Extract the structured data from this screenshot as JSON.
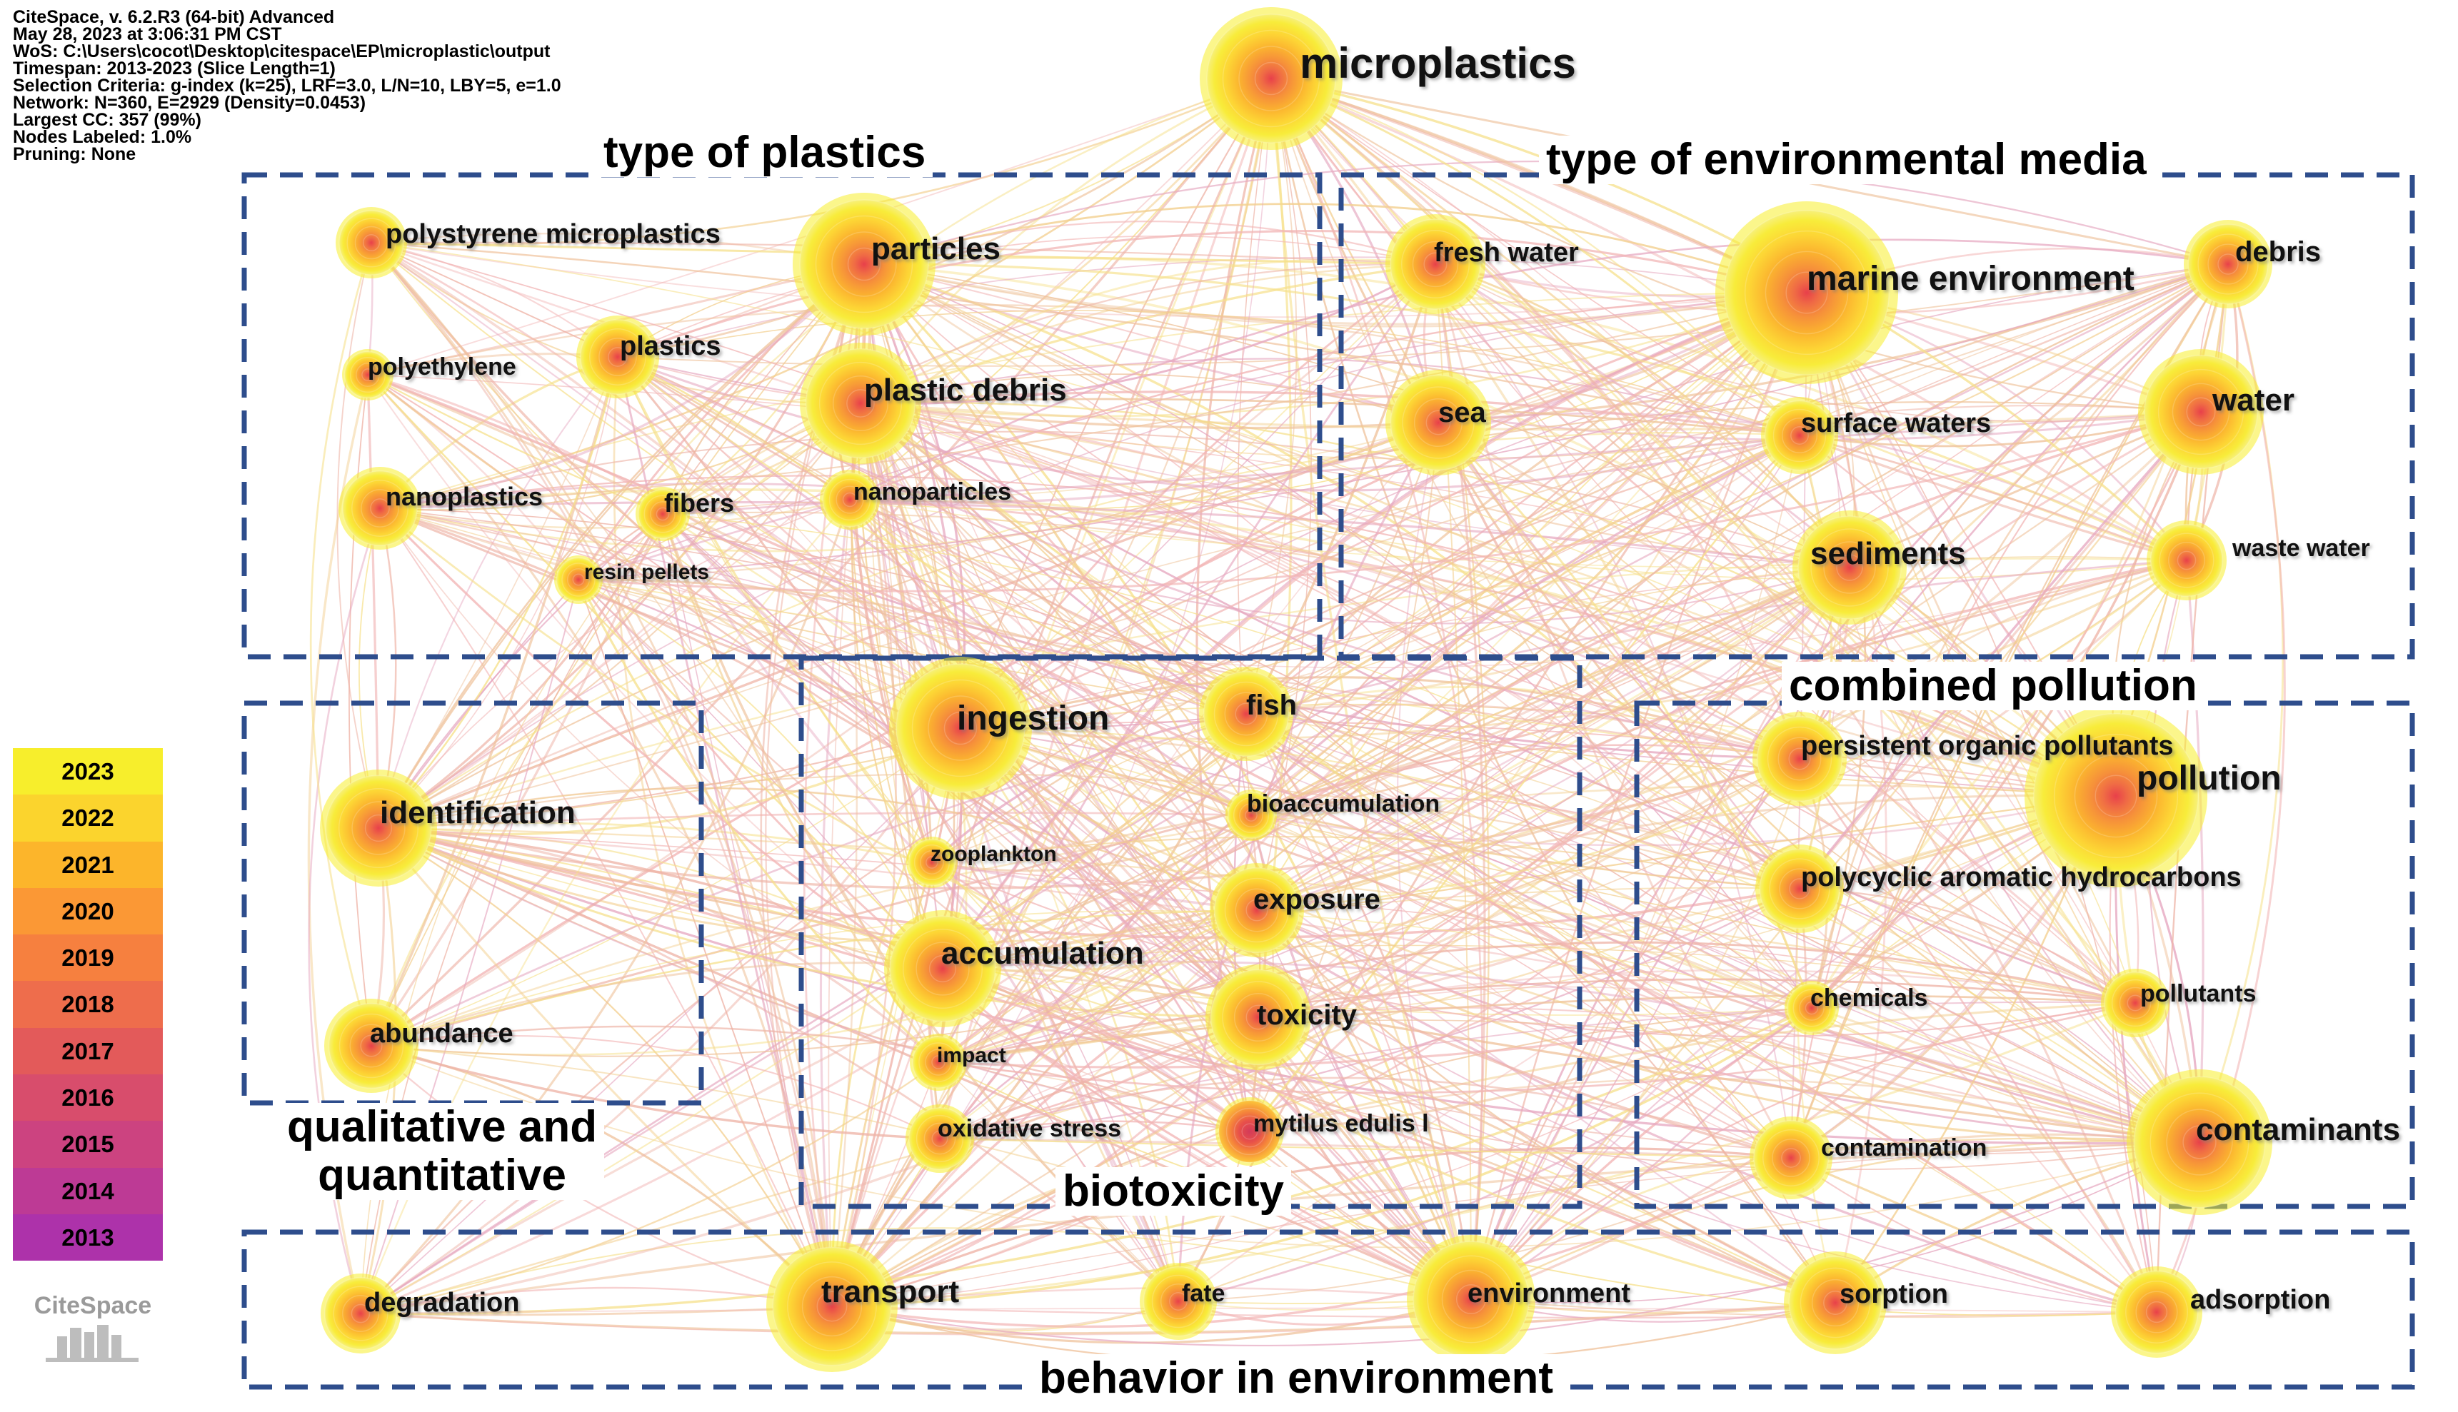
{
  "meta_lines": [
    "CiteSpace, v. 6.2.R3 (64-bit) Advanced",
    "May 28, 2023 at 3:06:31 PM CST",
    "WoS: C:\\Users\\cocot\\Desktop\\citespace\\EP\\microplastic\\output",
    "Timespan: 2013-2023 (Slice Length=1)",
    "Selection Criteria: g-index (k=25), LRF=3.0, L/N=10, LBY=5, e=1.0",
    "Network: N=360, E=2929 (Density=0.0453)",
    "Largest CC: 357 (99%)",
    "Nodes Labeled: 1.0%",
    "Pruning: None"
  ],
  "legend": [
    {
      "year": "2023",
      "color": "#f7ee2c"
    },
    {
      "year": "2022",
      "color": "#fbd42d"
    },
    {
      "year": "2021",
      "color": "#fcb52b"
    },
    {
      "year": "2020",
      "color": "#fb9835"
    },
    {
      "year": "2019",
      "color": "#f6803f"
    },
    {
      "year": "2018",
      "color": "#ee6d4c"
    },
    {
      "year": "2017",
      "color": "#e35a5a"
    },
    {
      "year": "2016",
      "color": "#d84d6c"
    },
    {
      "year": "2015",
      "color": "#cc4380"
    },
    {
      "year": "2014",
      "color": "#bd3a95"
    },
    {
      "year": "2013",
      "color": "#ad32aa"
    }
  ],
  "logo_text": "CiteSpace",
  "groups": [
    {
      "id": "plastics",
      "title": "type of plastics"
    },
    {
      "id": "media",
      "title": "type of environmental media"
    },
    {
      "id": "qual",
      "title": "qualitative and",
      "title2": "quantitative"
    },
    {
      "id": "biotox",
      "title": "biotoxicity"
    },
    {
      "id": "combined",
      "title": "combined pollution"
    },
    {
      "id": "behavior",
      "title": "behavior in environment"
    }
  ],
  "nodes": [
    {
      "id": "microplastics",
      "label": "microplastics",
      "size": 5
    },
    {
      "id": "polystyrene_microplastics",
      "label": "polystyrene microplastics",
      "size": 2
    },
    {
      "id": "particles",
      "label": "particles",
      "size": 4
    },
    {
      "id": "polyethylene",
      "label": "polyethylene",
      "size": 1
    },
    {
      "id": "plastics",
      "label": "plastics",
      "size": 2
    },
    {
      "id": "plastic_debris",
      "label": "plastic debris",
      "size": 3
    },
    {
      "id": "nanoplastics",
      "label": "nanoplastics",
      "size": 2
    },
    {
      "id": "fibers",
      "label": "fibers",
      "size": 1
    },
    {
      "id": "nanoparticles",
      "label": "nanoparticles",
      "size": 1
    },
    {
      "id": "resin_pellets",
      "label": "resin pellets",
      "size": 1
    },
    {
      "id": "fresh_water",
      "label": "fresh water",
      "size": 2
    },
    {
      "id": "marine_environment",
      "label": "marine environment",
      "size": 5
    },
    {
      "id": "debris",
      "label": "debris",
      "size": 2
    },
    {
      "id": "sea",
      "label": "sea",
      "size": 2
    },
    {
      "id": "surface_waters",
      "label": "surface waters",
      "size": 2
    },
    {
      "id": "water",
      "label": "water",
      "size": 3
    },
    {
      "id": "sediments",
      "label": "sediments",
      "size": 3
    },
    {
      "id": "waste_water",
      "label": "waste water",
      "size": 1
    },
    {
      "id": "identification",
      "label": "identification",
      "size": 3
    },
    {
      "id": "abundance",
      "label": "abundance",
      "size": 2
    },
    {
      "id": "ingestion",
      "label": "ingestion",
      "size": 4
    },
    {
      "id": "fish",
      "label": "fish",
      "size": 2
    },
    {
      "id": "bioaccumulation",
      "label": "bioaccumulation",
      "size": 1
    },
    {
      "id": "zooplankton",
      "label": "zooplankton",
      "size": 1
    },
    {
      "id": "exposure",
      "label": "exposure",
      "size": 2
    },
    {
      "id": "accumulation",
      "label": "accumulation",
      "size": 3
    },
    {
      "id": "toxicity",
      "label": "toxicity",
      "size": 2
    },
    {
      "id": "impact",
      "label": "impact",
      "size": 1
    },
    {
      "id": "oxidative_stress",
      "label": "oxidative stress",
      "size": 1
    },
    {
      "id": "mytilus_edulis",
      "label": "mytilus edulis l",
      "size": 1
    },
    {
      "id": "persistent_organic_pollutants",
      "label": "persistent organic pollutants",
      "size": 2
    },
    {
      "id": "pollution",
      "label": "pollution",
      "size": 5
    },
    {
      "id": "pahs",
      "label": "polycyclic aromatic hydrocarbons",
      "size": 2
    },
    {
      "id": "chemicals",
      "label": "chemicals",
      "size": 1
    },
    {
      "id": "pollutants",
      "label": "pollutants",
      "size": 1
    },
    {
      "id": "contamination",
      "label": "contamination",
      "size": 2
    },
    {
      "id": "contaminants",
      "label": "contaminants",
      "size": 4
    },
    {
      "id": "degradation",
      "label": "degradation",
      "size": 1
    },
    {
      "id": "transport",
      "label": "transport",
      "size": 3
    },
    {
      "id": "fate",
      "label": "fate",
      "size": 1
    },
    {
      "id": "environment",
      "label": "environment",
      "size": 3
    },
    {
      "id": "sorption",
      "label": "sorption",
      "size": 2
    },
    {
      "id": "adsorption",
      "label": "adsorption",
      "size": 2
    }
  ]
}
